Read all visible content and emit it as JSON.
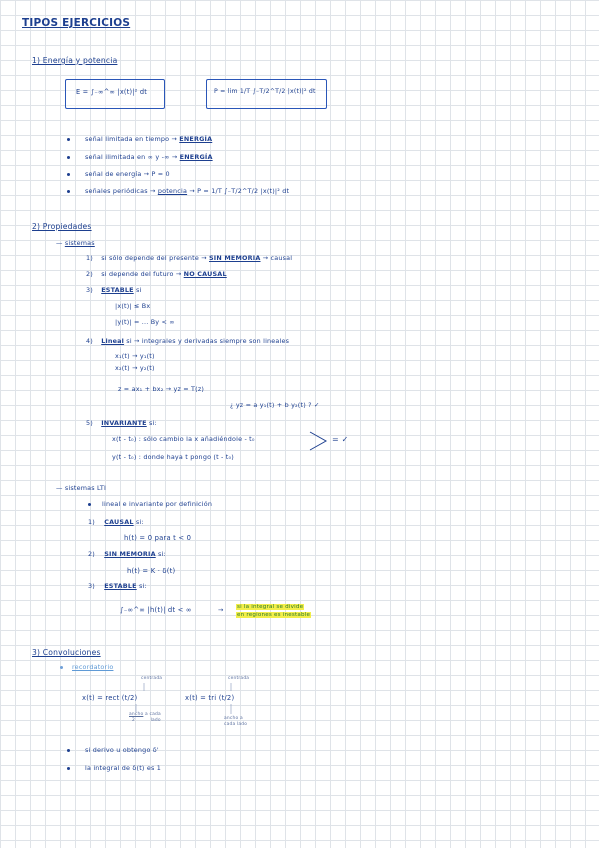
{
  "title": "TIPOS EJERCICIOS",
  "s1": {
    "heading": "1)  Energía y potencia",
    "energy_formula": "E =  ∫₋∞^∞ |x(t)|²  dt",
    "power_formula": "P =  lim   1/T  ∫₋T/2^T/2  |x(t)|²  dt",
    "bullets": {
      "b1_text": "señal limitada en tiempo",
      "b1_result": "ENERGÍA",
      "b2_text": "señal ilimitada en ∞ y -∞",
      "b2_result": "ENERGÍA",
      "b3_text": "señal de energía",
      "b3_result": "P = 0",
      "b4_text": "señales periódicas",
      "b4_result": "potencia",
      "b4_formula": "P =  1/T  ∫₋T/2^T/2  |x(t)|²  dt"
    }
  },
  "s2": {
    "heading": "2)  Propiedades",
    "sistemas": "sistemas",
    "p1_num": "1)",
    "p1_text": "si sólo depende del presente",
    "p1_mid": "SIN MEMORIA",
    "p1_end": "causal",
    "p2_num": "2)",
    "p2_text": "si depende del futuro",
    "p2_end": "NO CAUSAL",
    "p3_num": "3)",
    "p3_label": "ESTABLE",
    "p3_suffix": "si",
    "p3_line1": "|x(t)| ≤ Bx",
    "p3_line2": "|y(t)| = ...  By < ∞",
    "p4_num": "4)",
    "p4_label": "Lineal",
    "p4_suffix": "si",
    "p4_text": "integrales y derivadas siempre son lineales",
    "p4_l1": "x₁(t)   →   y₁(t)",
    "p4_l2": "x₂(t)   →   y₂(t)",
    "p4_l3": "z = ax₁ + bx₂",
    "p4_l3b": "yz = T(z)",
    "p4_l4": "¿ yz = a y₁(t) + b y₂(t) ?  ✓",
    "p5_num": "5)",
    "p5_label": "INVARIANTE",
    "p5_suffix": "si:",
    "p5_l1": "x(t - t₀) :  sólo cambio la x añadiéndole  - t₀",
    "p5_l2": "y(t - t₀) :   donde haya t  pongo (t - t₀)",
    "p5_eq": "=  ✓",
    "lti": "sistemas LTI",
    "lti_b1": "lineal e invariante por definición",
    "lti1_num": "1)",
    "lti1_label": "CAUSAL",
    "lti1_suffix": "si:",
    "lti1_f": "h(t) = 0   para   t < 0",
    "lti2_num": "2)",
    "lti2_label": "SIN MEMORIA",
    "lti2_suffix": "si:",
    "lti2_f": "h(t) =  K · δ(t)",
    "lti3_num": "3)",
    "lti3_label": "ESTABLE",
    "lti3_suffix": "si:",
    "lti3_f": "∫₋∞^∞  |h(t)| dt < ∞",
    "lti3_note1": "si la integral se divide",
    "lti3_note2": "en regiones es inestable"
  },
  "s3": {
    "heading": "3)  Convoluciones",
    "recordatorio": "recordatorio",
    "rect": "x(t) =  rect  (t/2)",
    "tri": "x(t) =  tri  (t/2)",
    "centrada1": "centrada",
    "centrada2": "centrada",
    "ancho_note1": "ancho",
    "ancho_note2": "a cada",
    "ancho_note3": "lado",
    "ancho_note4": "2",
    "anchoTri_note1": "ancho a",
    "anchoTri_note2": "cada lado",
    "b1": "si derivo u obtengo δ'",
    "b2": "la integral de δ(t) es 1"
  },
  "colors": {
    "ink": "#1d3f8f",
    "grid": "#dfe3e8",
    "highlight": "#f2ee4a",
    "green": "#2c8a2c"
  }
}
